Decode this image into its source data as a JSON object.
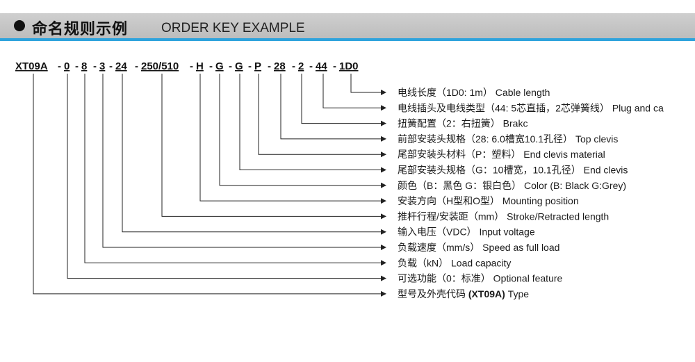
{
  "header": {
    "title_cn": "命名规则示例",
    "title_en": "ORDER KEY EXAMPLE",
    "accent_color": "#2fa3dc",
    "banner_color": "#c6c6c6"
  },
  "order_code": {
    "separator": "-",
    "segments": [
      "XT09A",
      "0",
      "8",
      "3",
      "24",
      "250/510",
      "H",
      "G",
      "G",
      "P",
      "28",
      "2",
      "44",
      "1D0"
    ]
  },
  "legend": [
    {
      "segment": "1D0",
      "text_cn": "电线长度（1D0: 1m）",
      "text_en": "Cable length"
    },
    {
      "segment": "44",
      "text_cn": "电线插头及电线类型（44: 5芯直插，2芯弹簧线）",
      "text_en": "Plug and ca"
    },
    {
      "segment": "2",
      "text_cn": "扭簧配置（2：右扭簧）",
      "text_en": "Brakc"
    },
    {
      "segment": "28",
      "text_cn": "前部安装头规格（28: 6.0槽宽10.1孔径）",
      "text_en": "Top clevis"
    },
    {
      "segment": "P",
      "text_cn": "尾部安装头材料（P：塑料）",
      "text_en": "End clevis material"
    },
    {
      "segment": "G",
      "text_cn": "尾部安装头规格（G：10槽宽，10.1孔径）",
      "text_en": "End clevis"
    },
    {
      "segment": "G",
      "text_cn": "颜色（B：黑色 G：银白色）",
      "text_en": "Color  (B: Black G:Grey)"
    },
    {
      "segment": "H",
      "text_cn": "安装方向（H型和O型）",
      "text_en": "Mounting position"
    },
    {
      "segment": "250/510",
      "text_cn": "推杆行程/安装距（mm）",
      "text_en": "Stroke/Retracted length"
    },
    {
      "segment": "24",
      "text_cn": "输入电压（VDC）",
      "text_en": "Input voltage"
    },
    {
      "segment": "3",
      "text_cn": "负载速度（mm/s）",
      "text_en": "Speed as full load"
    },
    {
      "segment": "8",
      "text_cn": "负载（kN）",
      "text_en": "Load capacity"
    },
    {
      "segment": "0",
      "text_cn": "可选功能（0：标准）",
      "text_en": "Optional feature"
    },
    {
      "segment": "XT09A",
      "text_cn": "型号及外壳代码",
      "text_bold": "(XT09A)",
      "text_en": "Type"
    }
  ]
}
